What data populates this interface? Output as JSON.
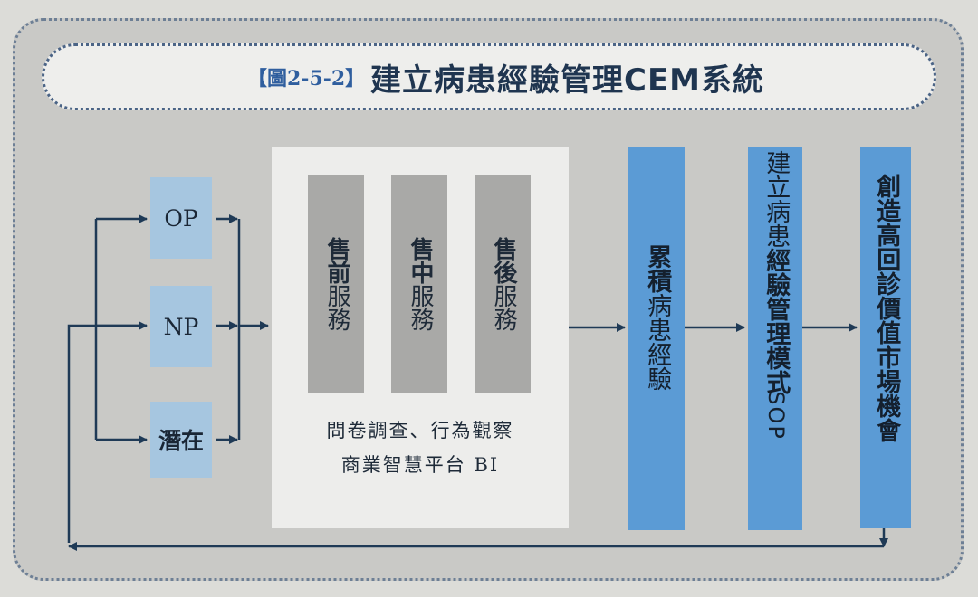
{
  "header": {
    "figure_label": "【圖2-5-2】",
    "title": "建立病患經驗管理CEM系統"
  },
  "inputs": {
    "op": "OP",
    "np": "NP",
    "potential": "潛在"
  },
  "services": {
    "pre": {
      "strong": "售前",
      "light": "服務"
    },
    "mid": {
      "strong": "售中",
      "light": "服務"
    },
    "post": {
      "strong": "售後",
      "light": "服務"
    }
  },
  "center_caption": {
    "line1": "問卷調查、行為觀察",
    "line2": "商業智慧平台 BI"
  },
  "accumulate": {
    "strong": "累積",
    "light": "病患經驗"
  },
  "model": {
    "light": "建立病患",
    "strong": "經驗管理模式",
    "sop": "SOP"
  },
  "value": {
    "strong": "創造高回診價值市場機會"
  },
  "colors": {
    "panel_bg": "#c9c9c6",
    "input_box": "#a6c6e0",
    "process_bar": "#5b9bd5",
    "arrow": "#1f3a56",
    "figure_label": "#2f5e9e"
  }
}
